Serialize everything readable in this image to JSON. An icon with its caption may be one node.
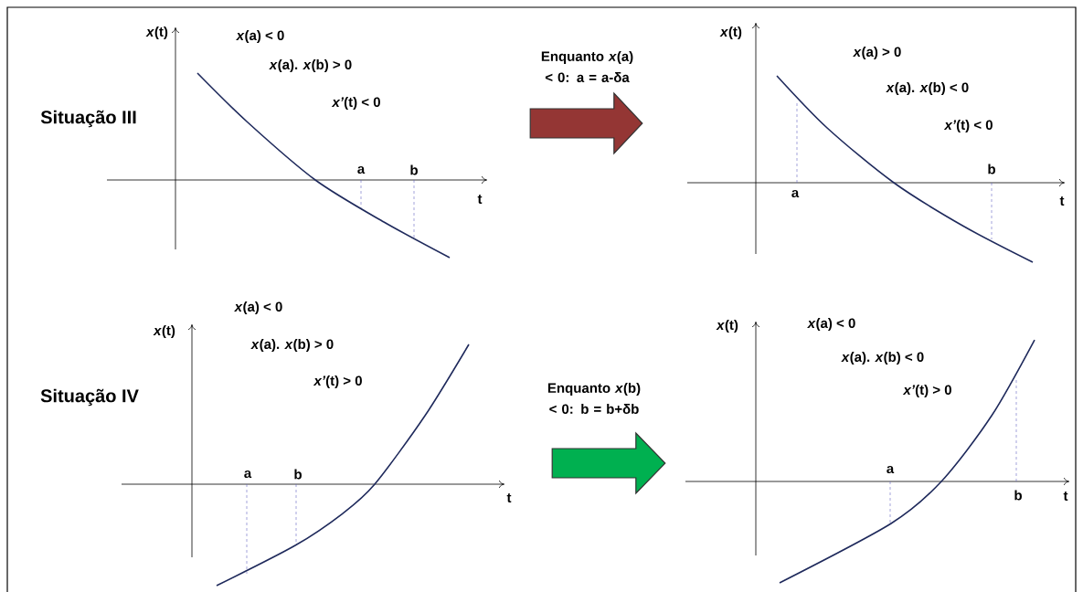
{
  "diagram": {
    "nodes": [
      {
        "text": [],
        "shape": "picture"
      },
      {
        "text": [],
        "shape": "picture"
      },
      {
        "text": [],
        "shape": "picture"
      },
      {
        "text": [],
        "shape": "picture"
      }
    ],
    "edges": [
      {
        "from": 0,
        "to": 1,
        "arrow": "to",
        "label": "Enquanto *x*(a) < 0: a = a-δa",
        "color": "#943634"
      },
      {
        "from": 2,
        "to": 3,
        "arrow": "to",
        "label": "Enquanto *x*(b) < 0: b = b+δb",
        "color": "#00b050"
      }
    ],
    "labels": [
      "*x*(t)",
      "*x*(a) < 0",
      "*x*(a). *x*(b) > 0",
      "*x’*(t) < 0",
      "Situação III",
      "a",
      "b",
      "t",
      "*x*(t)",
      "*x*(a) > 0",
      "*x*(a). *x*(b) < 0",
      "*x’*(t) < 0",
      "b",
      "a",
      "t",
      "*x*(a) < 0",
      "*x*(t)",
      "*x*(a). *x*(b) > 0",
      "*x’*(t) > 0",
      "Situação IV",
      "a",
      "b",
      "t",
      "*x*(t)",
      "*x*(a) < 0",
      "*x*(a). *x*(b) < 0",
      "*x’*(t) > 0",
      "a",
      "b",
      "t"
    ]
  }
}
